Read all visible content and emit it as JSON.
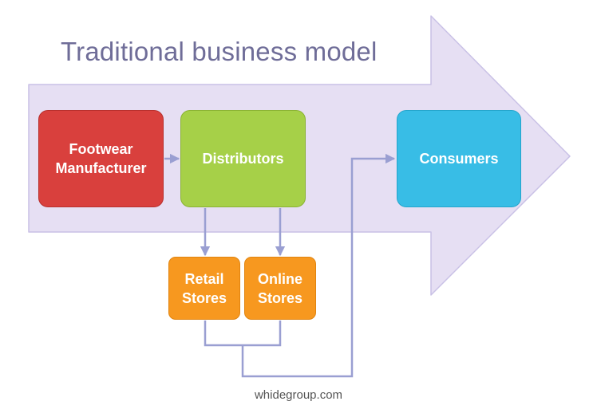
{
  "title": "Traditional business model",
  "nodes": {
    "manufacturer": {
      "line1": "Footwear",
      "line2": "Manufacturer"
    },
    "distributors": {
      "label": "Distributors"
    },
    "consumers": {
      "label": "Consumers"
    },
    "retail": {
      "line1": "Retail",
      "line2": "Stores"
    },
    "online": {
      "line1": "Online",
      "line2": "Stores"
    }
  },
  "footer": "whidegroup.com",
  "colors": {
    "big_arrow_fill": "#e6dff3",
    "big_arrow_stroke": "#c9c1e6",
    "manufacturer": "#d9403d",
    "distributors": "#a6d048",
    "consumers": "#38bde6",
    "stores": "#f7981f",
    "connector": "#9a9fd2",
    "title": "#6f6d98"
  }
}
